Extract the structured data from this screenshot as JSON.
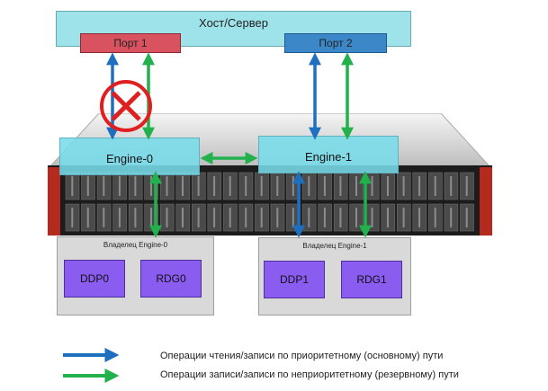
{
  "host": {
    "label": "Хост/Сервер"
  },
  "ports": {
    "port1": "Порт 1",
    "port2": "Порт 2"
  },
  "engines": {
    "engine0": "Engine-0",
    "engine1": "Engine-1"
  },
  "owners": {
    "owner0": {
      "title": "Владелец Engine-0",
      "pools": [
        "DDP0",
        "RDG0"
      ]
    },
    "owner1": {
      "title": "Владелец Engine-1",
      "pools": [
        "DDP1",
        "RDG1"
      ]
    }
  },
  "legend": {
    "primary": "Операции чтения/записи по приоритетному (основному) пути",
    "backup": "Операции записи/записи по неприоритетному (резервному) пути"
  },
  "colors": {
    "primary_path": "#1f6fbf",
    "backup_path": "#22b14c",
    "failure_mark": "#e02020"
  }
}
